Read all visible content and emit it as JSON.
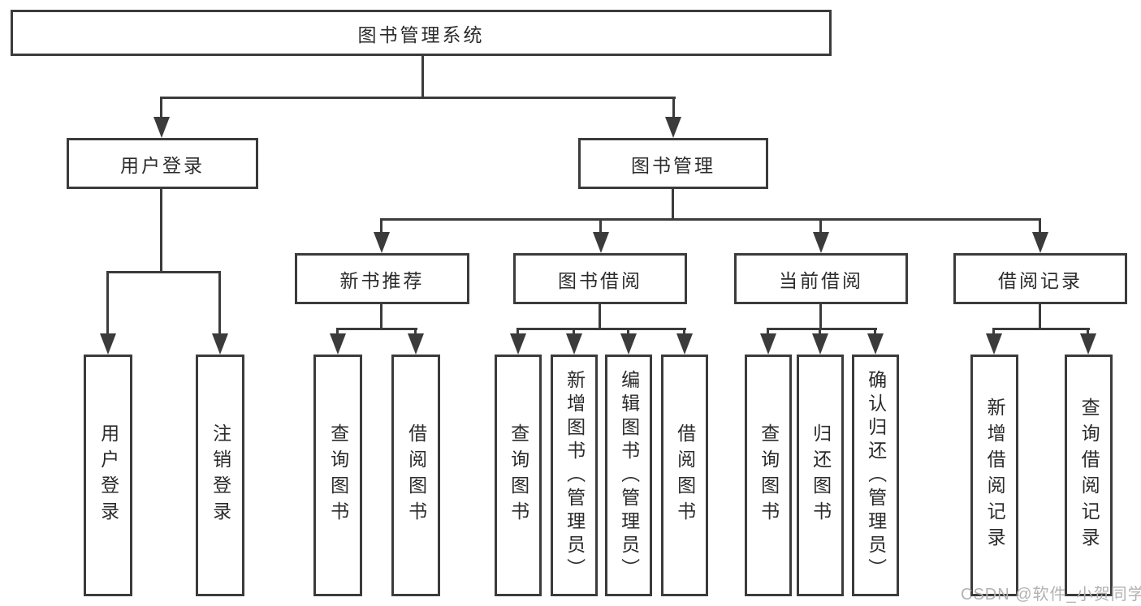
{
  "watermark": "CSDN @软件_小贺同学",
  "colors": {
    "line": "#3b3b3b",
    "box_fill": "#ffffff",
    "text": "#2b2b2b",
    "watermark": "#b2b2b2",
    "background": "#ffffff"
  },
  "tree": {
    "label": "图书管理系统",
    "children": [
      {
        "label": "用户登录",
        "children": [
          {
            "label": "用户登录"
          },
          {
            "label": "注销登录"
          }
        ]
      },
      {
        "label": "图书管理",
        "children": [
          {
            "label": "新书推荐",
            "children": [
              {
                "label": "查询图书"
              },
              {
                "label": "借阅图书"
              }
            ]
          },
          {
            "label": "图书借阅",
            "children": [
              {
                "label": "查询图书"
              },
              {
                "label": "新增图书（管理员）"
              },
              {
                "label": "编辑图书（管理员）"
              },
              {
                "label": "借阅图书"
              }
            ]
          },
          {
            "label": "当前借阅",
            "children": [
              {
                "label": "查询图书"
              },
              {
                "label": "归还图书"
              },
              {
                "label": "确认归还（管理员）"
              }
            ]
          },
          {
            "label": "借阅记录",
            "children": [
              {
                "label": "新增借阅记录"
              },
              {
                "label": "查询借阅记录"
              }
            ]
          }
        ]
      }
    ]
  }
}
